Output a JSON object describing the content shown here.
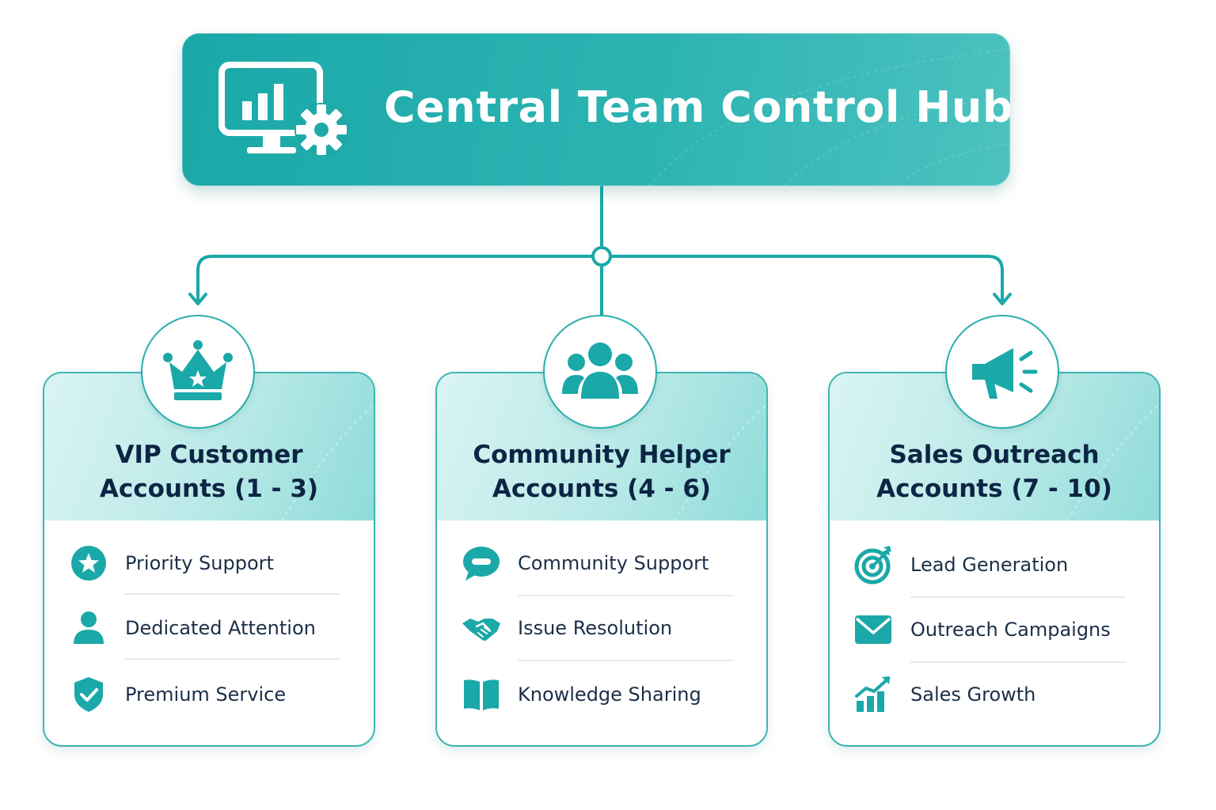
{
  "hub": {
    "title": "Central Team Control Hub",
    "icon": "monitor-chart-gear-icon"
  },
  "groups": [
    {
      "title_line1": "VIP Customer",
      "title_line2": "Accounts (1 - 3)",
      "icon": "crown-icon",
      "features": [
        {
          "label": "Priority Support",
          "icon": "star-badge-icon"
        },
        {
          "label": "Dedicated Attention",
          "icon": "person-icon"
        },
        {
          "label": "Premium Service",
          "icon": "shield-check-icon"
        }
      ]
    },
    {
      "title_line1": "Community Helper",
      "title_line2": "Accounts (4 - 6)",
      "icon": "people-group-icon",
      "features": [
        {
          "label": "Community Support",
          "icon": "chat-bubble-icon"
        },
        {
          "label": "Issue Resolution",
          "icon": "handshake-icon"
        },
        {
          "label": "Knowledge Sharing",
          "icon": "open-book-icon"
        }
      ]
    },
    {
      "title_line1": "Sales Outreach",
      "title_line2": "Accounts (7 - 10)",
      "icon": "megaphone-icon",
      "features": [
        {
          "label": "Lead Generation",
          "icon": "target-arrow-icon"
        },
        {
          "label": "Outreach Campaigns",
          "icon": "envelope-icon"
        },
        {
          "label": "Sales Growth",
          "icon": "growth-chart-icon"
        }
      ]
    }
  ],
  "colors": {
    "primary": "#1aa8a8",
    "accent": "#2aaead",
    "title_text": "#0d2545",
    "body_text": "#1c2f48"
  }
}
